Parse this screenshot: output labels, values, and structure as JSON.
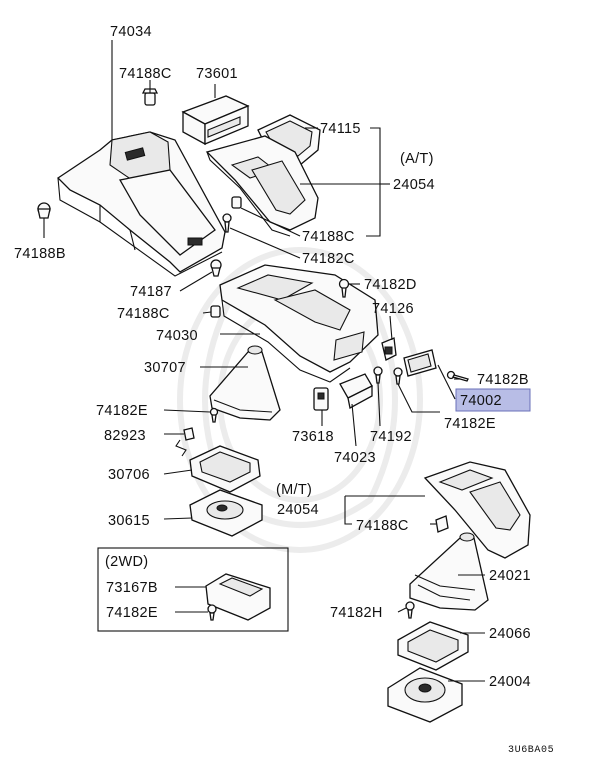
{
  "labels": {
    "p74034": "74034",
    "p74188C_a": "74188C",
    "p73601": "73601",
    "p74115": "74115",
    "at_note": "(A/T)",
    "p24054_a": "24054",
    "p74188B": "74188B",
    "p74188C_b": "74188C",
    "p74182C": "74182C",
    "p74182D": "74182D",
    "p74187": "74187",
    "p74126": "74126",
    "p74188C_c": "74188C",
    "p74030": "74030",
    "p30707": "30707",
    "p74182B": "74182B",
    "p74002": "74002",
    "p74182E_a": "74182E",
    "p82923": "82923",
    "p73618": "73618",
    "p74192": "74192",
    "p74182E_b": "74182E",
    "p74023": "74023",
    "p30706": "30706",
    "mt_note": "(M/T)",
    "p24054_b": "24054",
    "p30615": "30615",
    "p74188C_d": "74188C",
    "wd_note": "(2WD)",
    "p24021": "24021",
    "p73167B": "73167B",
    "p74182E_c": "74182E",
    "p74182H": "74182H",
    "p24066": "24066",
    "p24004": "24004"
  },
  "highlight_color": "#b8bde6",
  "diagram_code": "3U6BA05"
}
